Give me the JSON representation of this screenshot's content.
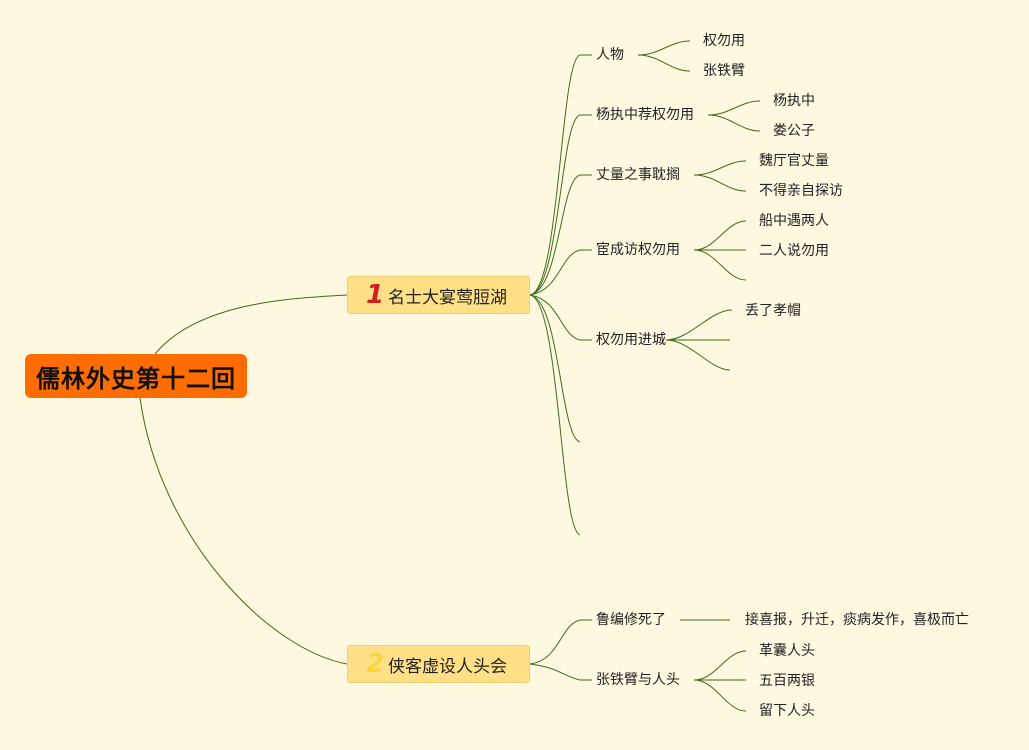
{
  "root": {
    "label": "儒林外史第十二回"
  },
  "branches": [
    {
      "number": "1",
      "label": "名士大宴莺脰湖",
      "children": [
        {
          "label": "人物",
          "children": [
            "权勿用",
            "张铁臂"
          ]
        },
        {
          "label": "杨执中荐权勿用",
          "children": [
            "杨执中",
            "娄公子"
          ]
        },
        {
          "label": "丈量之事耽搁",
          "children": [
            "魏厅官丈量",
            "不得亲自探访"
          ]
        },
        {
          "label": "宦成访权勿用",
          "children": [
            "船中遇两人",
            "二人说勿用",
            ""
          ]
        },
        {
          "label": "权勿用进城",
          "children": [
            "丢了孝帽",
            "",
            ""
          ]
        },
        {
          "label": "",
          "children": []
        },
        {
          "label": "",
          "children": []
        }
      ]
    },
    {
      "number": "2",
      "label": "侠客虚设人头会",
      "children": [
        {
          "label": "鲁编修死了",
          "children": [
            "接喜报，升迁，痰病发作，喜极而亡"
          ]
        },
        {
          "label": "张铁臂与人头",
          "children": [
            "革囊人头",
            "五百两银",
            "留下人头"
          ]
        }
      ]
    }
  ]
}
